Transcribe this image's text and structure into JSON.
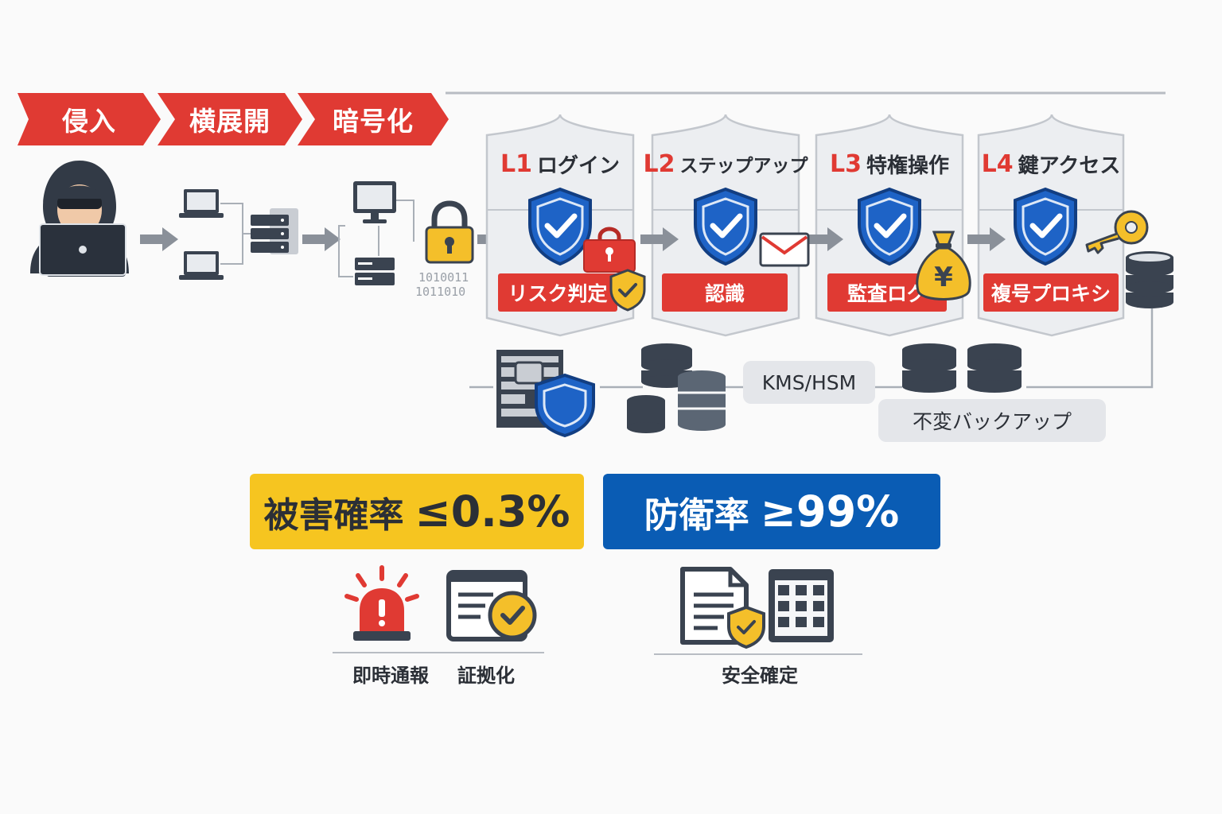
{
  "attack_phases": [
    "侵入",
    "横展開",
    "暗号化"
  ],
  "binary": [
    "1010011",
    "1011010"
  ],
  "layers": [
    {
      "level": "L1",
      "name": "ログイン",
      "tag": "リスク判定"
    },
    {
      "level": "L2",
      "name": "ステップアップ",
      "tag": "認識"
    },
    {
      "level": "L3",
      "name": "特権操作",
      "tag": "監査ログ"
    },
    {
      "level": "L4",
      "name": "鍵アクセス",
      "tag": "複号プロキシ"
    }
  ],
  "kms_label": "KMS/HSM",
  "backup_label": "不変バックアップ",
  "stats": {
    "damage": {
      "label": "被害確率",
      "value": "≤0.3%"
    },
    "defense": {
      "label": "防衛率",
      "value": "≥99%"
    }
  },
  "captions": {
    "notify": "即時通報",
    "evidence": "証拠化",
    "confirm": "安全確定"
  },
  "colors": {
    "attack_red": "#e03a33",
    "shield_blue": "#1e63c6",
    "stat_yellow": "#f6c520",
    "stat_blue": "#0a5cb4",
    "icon_dark": "#3a4350"
  },
  "icons": [
    "hacker-icon",
    "laptop-icon",
    "server-icon",
    "monitor-icon",
    "padlock-icon",
    "shield-check-icon",
    "envelope-icon",
    "money-bag-icon",
    "key-icon",
    "database-icon",
    "vault-icon",
    "alarm-icon",
    "document-check-icon",
    "document-icon",
    "calendar-grid-icon"
  ]
}
